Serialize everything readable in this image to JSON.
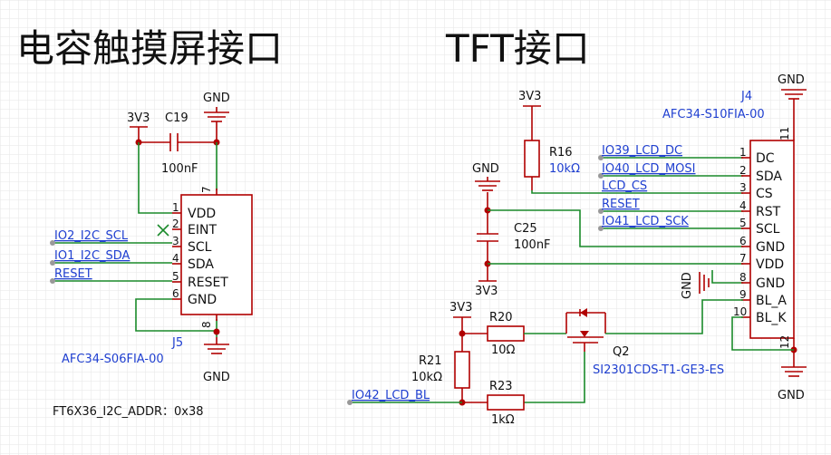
{
  "titles": {
    "touch": "电容触摸屏接口",
    "tft": "TFT接口"
  },
  "power": {
    "v33": "3V3",
    "gnd": "GND"
  },
  "j5": {
    "ref": "J5",
    "part": "AFC34-S06FIA-00",
    "pins": [
      {
        "num": "1",
        "name": "VDD"
      },
      {
        "num": "2",
        "name": "EINT"
      },
      {
        "num": "3",
        "name": "SCL"
      },
      {
        "num": "4",
        "name": "SDA"
      },
      {
        "num": "5",
        "name": "RESET"
      },
      {
        "num": "6",
        "name": "GND"
      }
    ],
    "pin7": "7",
    "pin8": "8"
  },
  "c19": {
    "ref": "C19",
    "value": "100nF"
  },
  "j5_nets": {
    "scl": "IO2_I2C_SCL",
    "sda": "IO1_I2C_SDA",
    "reset": "RESET"
  },
  "note": "FT6X36_I2C_ADDR：0x38",
  "j4": {
    "ref": "J4",
    "part": "AFC34-S10FIA-00",
    "pins": [
      {
        "num": "1",
        "name": "DC"
      },
      {
        "num": "2",
        "name": "SDA"
      },
      {
        "num": "3",
        "name": "CS"
      },
      {
        "num": "4",
        "name": "RST"
      },
      {
        "num": "5",
        "name": "SCL"
      },
      {
        "num": "6",
        "name": "GND"
      },
      {
        "num": "7",
        "name": "VDD"
      },
      {
        "num": "8",
        "name": "GND"
      },
      {
        "num": "9",
        "name": "BL_A"
      },
      {
        "num": "10",
        "name": "BL_K"
      }
    ],
    "pin11": "11",
    "pin12": "12"
  },
  "j4_nets": {
    "dc": "IO39_LCD_DC",
    "mosi": "IO40_LCD_MOSI",
    "cs": "LCD_CS",
    "reset": "RESET",
    "sck": "IO41_LCD_SCK"
  },
  "r16": {
    "ref": "R16",
    "value": "10kΩ"
  },
  "c25": {
    "ref": "C25",
    "value": "100nF"
  },
  "r20": {
    "ref": "R20",
    "value": "10Ω"
  },
  "r21": {
    "ref": "R21",
    "value": "10kΩ"
  },
  "r23": {
    "ref": "R23",
    "value": "1kΩ"
  },
  "q2": {
    "ref": "Q2",
    "part": "SI2301CDS-T1-GE3-ES"
  },
  "bl_net": "IO42_LCD_BL"
}
